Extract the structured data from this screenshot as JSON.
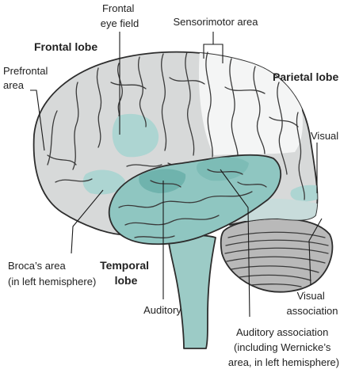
{
  "diagram": {
    "labels": {
      "frontal_eye_field": [
        "Frontal",
        "eye field"
      ],
      "sensorimotor_area": "Sensorimotor area",
      "frontal_lobe": "Frontal lobe",
      "prefrontal_area": [
        "Prefrontal",
        "area"
      ],
      "parietal_lobe": "Parietal lobe",
      "visual": "Visual",
      "brocas_area": [
        "Broca’s area",
        "(in left hemisphere)"
      ],
      "temporal_lobe": [
        "Temporal",
        "lobe"
      ],
      "visual_association": [
        "Visual",
        "association"
      ],
      "auditory": "Auditory",
      "auditory_association": [
        "Auditory association",
        "(including Wernicke’s",
        "area, in left hemisphere)"
      ]
    },
    "colors": {
      "cerebrum": "#d7d9d9",
      "white_region": "#f4f5f5",
      "functional_area": "#a8d4d0",
      "temporal_lobe": "#8fc6c1",
      "cerebellum": "#b9b9b9",
      "outline": "#2d2d2d",
      "text": "#222222"
    }
  }
}
